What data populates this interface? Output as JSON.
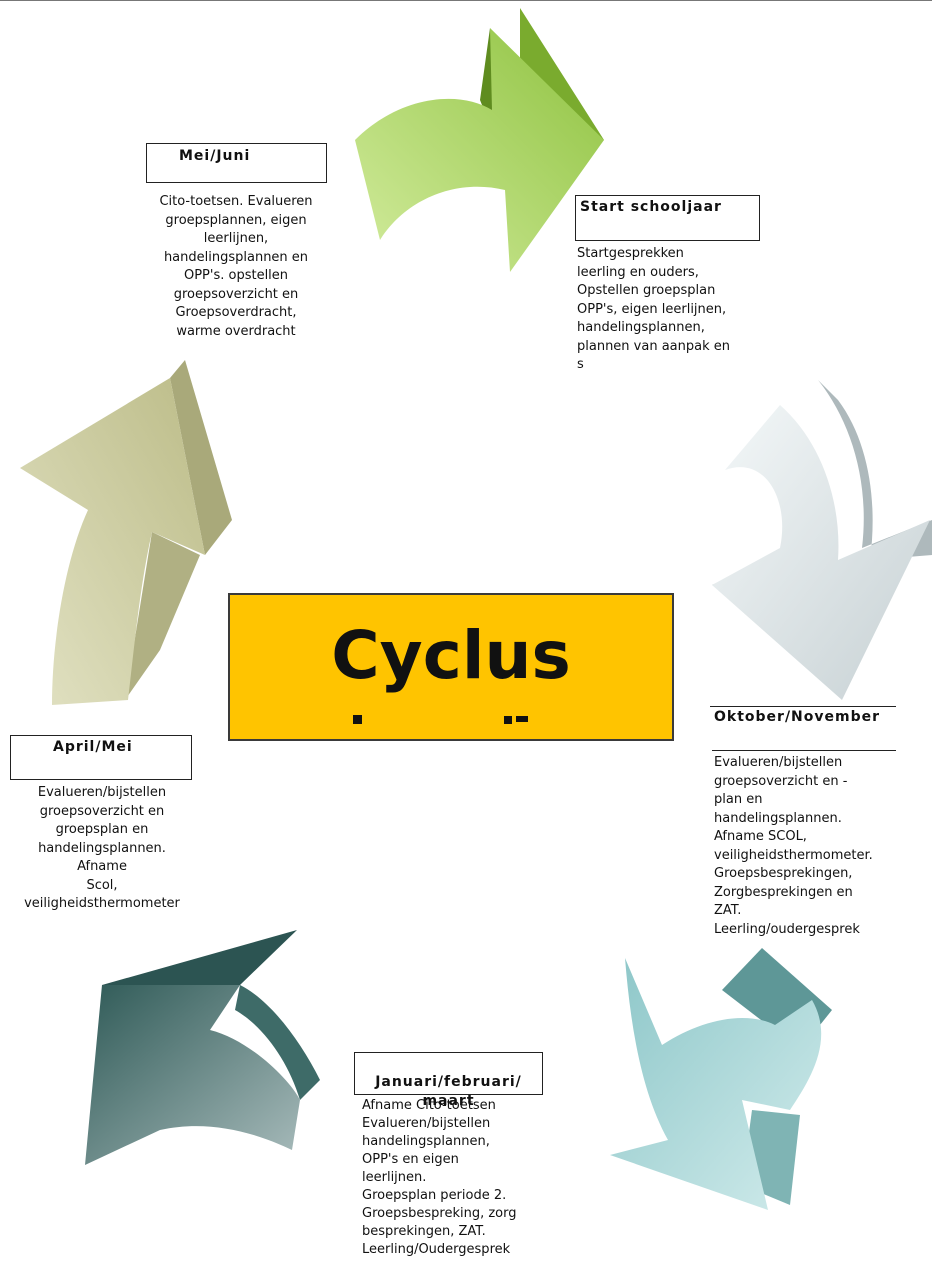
{
  "center": {
    "title": "Cyclus"
  },
  "phases": {
    "start": {
      "label": "Start schooljaar",
      "text": "Startgesprekken\nleerling en ouders,\nOpstellen groepsplan\nOPP's, eigen leerlijnen,\nhandelingsplannen,\nplannen van aanpak en\ns"
    },
    "oktober": {
      "label": "Oktober/November",
      "text": "Evalueren/bijstellen\ngroepsoverzicht en -\nplan en\nhandelingsplannen.\nAfname SCOL,\nveiligheidsthermometer.\nGroepsbesprekingen,\nZorgbesprekingen en\nZAT.\nLeerling/oudergesprek"
    },
    "januari": {
      "label": "Januari/februari/\nmaart",
      "text": "Afname Cito-toetsen\nEvalueren/bijstellen\nhandelingsplannen,\nOPP's en eigen\nleerlijnen.\nGroepsplan periode 2.\nGroepsbespreking, zorg\nbesprekingen, ZAT.\nLeerling/Oudergesprek"
    },
    "april": {
      "label": "April/Mei",
      "text": "Evalueren/bijstellen\ngroepsoverzicht en\ngroepsplan en\nhandelingsplannen.\nAfname\nScol,\nveiligheidsthermometer"
    },
    "mei": {
      "label": "Mei/Juni",
      "text": "Cito-toetsen. Evalueren\ngroepsplannen, eigen\nleerlijnen,\nhandelingsplannen en\nOPP's. opstellen\ngroepsoverzicht en\nGroepsoverdracht,\nwarme overdracht"
    }
  },
  "colors": {
    "center_fill": "#ffc400",
    "arrow_green": "#8fc444",
    "arrow_silver": "#c9d3d6",
    "arrow_teal_light": "#88c3c5",
    "arrow_teal_dark": "#4e7b78",
    "arrow_khaki": "#c7c79b"
  }
}
